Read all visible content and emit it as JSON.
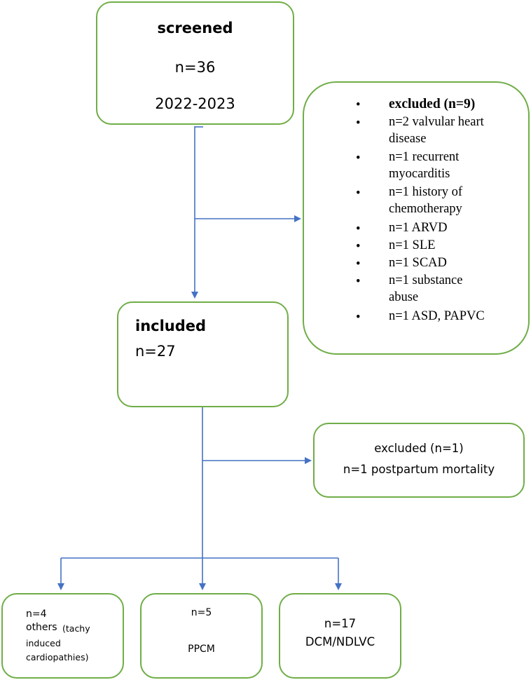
{
  "screened": {
    "title": "screened",
    "count": "n=36",
    "years": "2022-2023"
  },
  "excluded_main": {
    "title": "excluded (n=9)",
    "items": [
      {
        "line1": "n=2 valvular heart",
        "line2": "disease"
      },
      {
        "line1": "n=1 recurrent",
        "line2": "myocarditis"
      },
      {
        "line1": "n=1 history of",
        "line2": "chemotherapy"
      },
      {
        "line1": "n=1 ARVD",
        "line2": ""
      },
      {
        "line1": "n=1 SLE",
        "line2": ""
      },
      {
        "line1": "n=1 SCAD",
        "line2": ""
      },
      {
        "line1": "n=1 substance",
        "line2": "abuse"
      },
      {
        "line1": "n=1 ASD, PAPVC",
        "line2": ""
      }
    ],
    "bullet": "•"
  },
  "included": {
    "title": "included",
    "count": "n=27"
  },
  "excluded_postpartum": {
    "title": "excluded (n=1)",
    "item": "n=1 postpartum mortality"
  },
  "groups": {
    "others": {
      "count": "n=4",
      "label": "others",
      "sub1": "(tachy",
      "sub2": "induced",
      "sub3": "cardiopathies)"
    },
    "ppcm": {
      "count": "n=5",
      "label": "PPCM"
    },
    "dcm": {
      "count": "n=17",
      "label": "DCM/NDLVC"
    }
  },
  "colors": {
    "box_border": "#70ad47",
    "connector": "#4472c4"
  }
}
